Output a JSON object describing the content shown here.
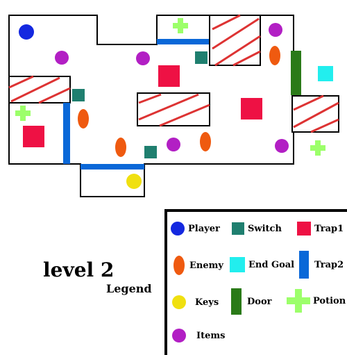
{
  "level_title": "level 2",
  "legend": {
    "title": "Legend",
    "items": [
      {
        "id": "player",
        "label": "Player",
        "icon": "player-icon",
        "color": "#1428e0"
      },
      {
        "id": "switch",
        "label": "Switch",
        "icon": "switch-icon",
        "color": "#1f7f6f"
      },
      {
        "id": "trap1",
        "label": "Trap1",
        "icon": "trap1-icon",
        "color": "#ee1144"
      },
      {
        "id": "enemy",
        "label": "Enemy",
        "icon": "enemy-icon",
        "color": "#ef5a10"
      },
      {
        "id": "end_goal",
        "label": "End Goal",
        "icon": "end-goal-icon",
        "color": "#22eeee"
      },
      {
        "id": "trap2",
        "label": "Trap2",
        "icon": "trap2-icon",
        "color": "#0a68d8"
      },
      {
        "id": "keys",
        "label": "Keys",
        "icon": "key-icon",
        "color": "#f0e010"
      },
      {
        "id": "door",
        "label": "Door",
        "icon": "door-icon",
        "color": "#2a7a18"
      },
      {
        "id": "potion",
        "label": "Potion",
        "icon": "potion-icon",
        "color": "#9cff6a"
      },
      {
        "id": "items",
        "label": "Items",
        "icon": "item-icon",
        "color": "#b21fc4"
      }
    ]
  },
  "colors": {
    "wall": "#000000",
    "floor": "#ffffff",
    "hazard_stripe": "#dd3333"
  }
}
